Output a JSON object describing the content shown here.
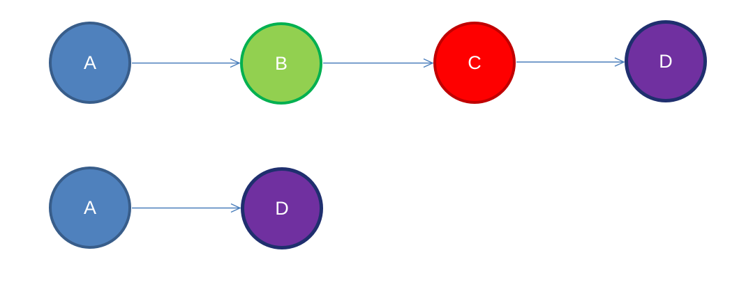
{
  "diagram": {
    "nodes": [
      {
        "id": "a-top",
        "label": "A",
        "type": "blue"
      },
      {
        "id": "b-top",
        "label": "B",
        "type": "green"
      },
      {
        "id": "c-top",
        "label": "C",
        "type": "red"
      },
      {
        "id": "d-top",
        "label": "D",
        "type": "purple"
      },
      {
        "id": "a-bottom",
        "label": "A",
        "type": "blue"
      },
      {
        "id": "d-bottom",
        "label": "D",
        "type": "purple"
      }
    ],
    "edges": [
      {
        "from": "a-top",
        "to": "b-top"
      },
      {
        "from": "b-top",
        "to": "c-top"
      },
      {
        "from": "c-top",
        "to": "d-top"
      },
      {
        "from": "a-bottom",
        "to": "d-bottom"
      }
    ],
    "colors": {
      "blue_fill": "#4F81BD",
      "blue_border": "#385D8A",
      "green_fill": "#92D050",
      "green_border": "#00B050",
      "red_fill": "#FE0000",
      "red_border": "#C00000",
      "purple_fill": "#7030A0",
      "purple_border": "#1F2F6E",
      "arrow": "#4A7EBB",
      "label_text": "#FFFFFF",
      "background": "#FFFFFF"
    }
  }
}
